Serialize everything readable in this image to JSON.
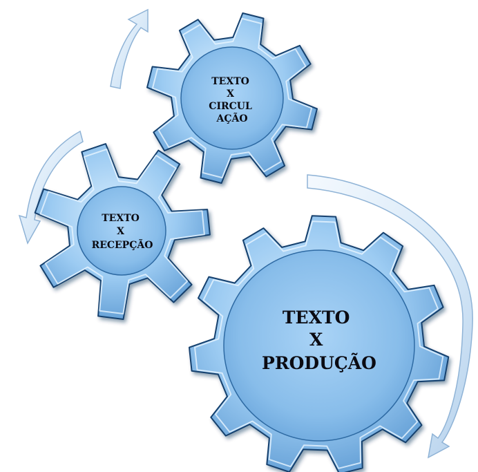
{
  "diagram": {
    "gears": [
      {
        "id": "circulacao",
        "lines": [
          "TEXTO",
          "X",
          "CIRCUL",
          "AÇÃO"
        ]
      },
      {
        "id": "recepcao",
        "lines": [
          "TEXTO",
          "X",
          "RECEPÇÃO"
        ]
      },
      {
        "id": "producao",
        "lines": [
          "TEXTO",
          "X",
          "PRODUÇÃO"
        ]
      }
    ],
    "arrows": [
      "top-left",
      "left",
      "right"
    ],
    "colors": {
      "gear_light": "#cfe7fb",
      "gear_mid": "#7fb6e6",
      "gear_dark": "#1f5f99",
      "gear_outline": "#12416e",
      "arrow_fill": "#dcebf9",
      "arrow_stroke": "#8fb3d6",
      "label": "#0b0b12"
    }
  }
}
